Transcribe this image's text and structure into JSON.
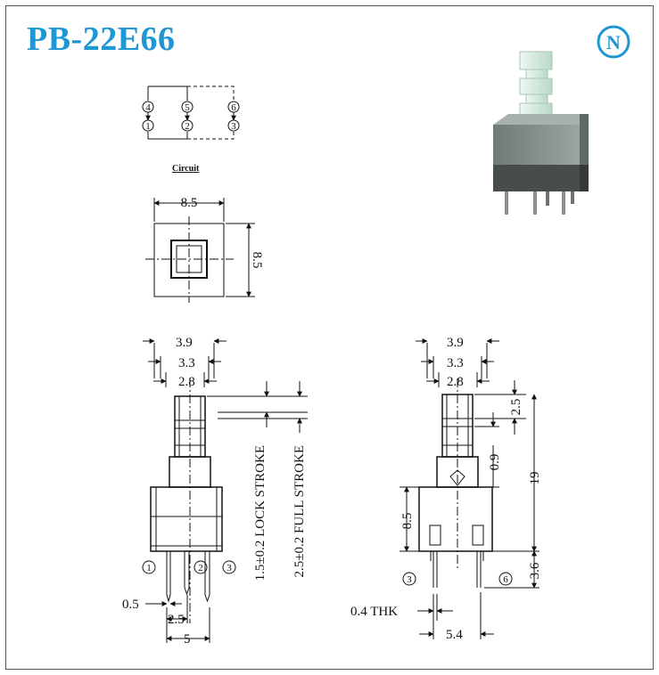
{
  "title": "PB-22E66",
  "logo_letter": "N",
  "brand_color": "#1f97d4",
  "circuit": {
    "label": "Circuit",
    "pins_top": [
      "4",
      "5",
      "6"
    ],
    "pins_bottom": [
      "1",
      "2",
      "3"
    ]
  },
  "top_view": {
    "width": "8.5",
    "height": "8.5"
  },
  "front_view": {
    "w1": "3.9",
    "w2": "3.3",
    "w3": "2.8",
    "lock_stroke": "1.5±0.2 LOCK STROKE",
    "full_stroke": "2.5±0.2 FULL STROKE",
    "pin_width": "0.5",
    "pitch": "2.5",
    "span": "5",
    "pins": [
      "1",
      "2",
      "3"
    ]
  },
  "side_view": {
    "w1": "3.9",
    "w2": "3.3",
    "w3": "2.8",
    "d_2_5": "2.5",
    "d_0_9": "0.9",
    "d_19": "19",
    "d_8_5": "8.5",
    "d_3_6": "3.6",
    "thk": "0.4 THK",
    "span": "5.4",
    "pins": [
      "3",
      "6"
    ]
  },
  "photo": {
    "button_color": "#d9eee3",
    "body_color": "#7a8580",
    "base_color": "#4a4f4d"
  }
}
